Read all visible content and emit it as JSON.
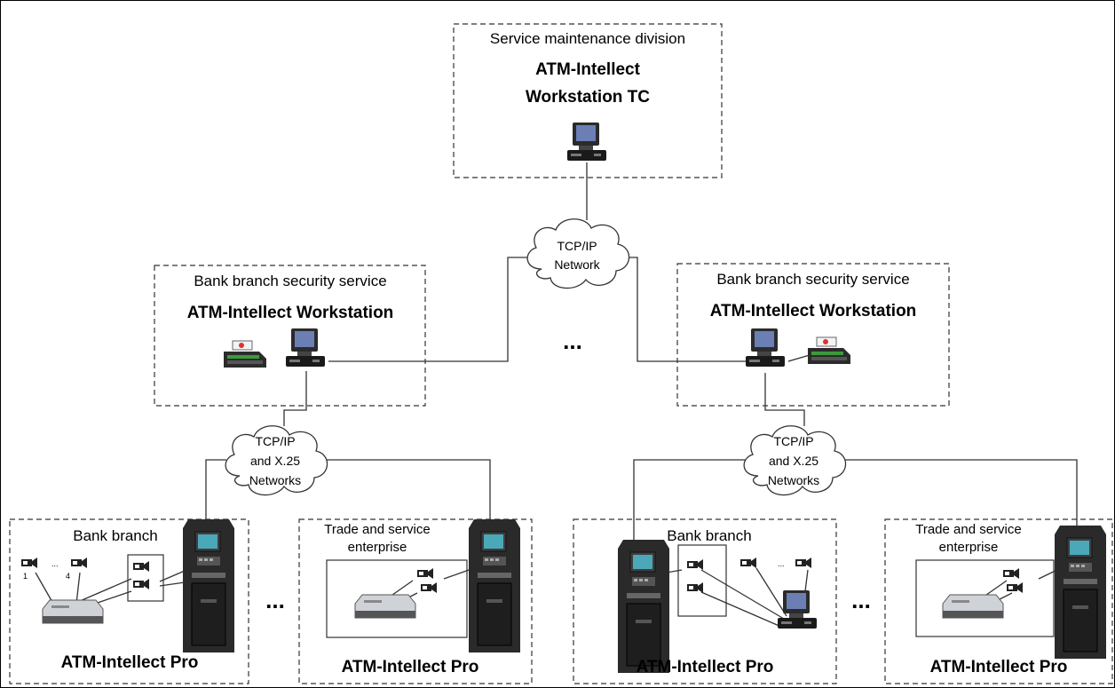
{
  "service": {
    "label": "Service maintenance division",
    "title_line1": "ATM-Intellect",
    "title_line2": "Workstation TC"
  },
  "clouds": {
    "top": [
      "TCP/IP",
      "Network"
    ],
    "left": [
      "TCP/IP",
      "and X.25",
      "Networks"
    ],
    "right": [
      "TCP/IP",
      "and X.25",
      "Networks"
    ]
  },
  "security_left": {
    "label": "Bank branch security service",
    "title": "ATM-Intellect Workstation"
  },
  "security_right": {
    "label": "Bank branch security service",
    "title": "ATM-Intellect Workstation"
  },
  "branches": [
    {
      "label": "Bank branch",
      "title": "ATM-Intellect Pro",
      "camera_numbers": [
        "1",
        "...",
        "4"
      ]
    },
    {
      "label_line1": "Trade and service",
      "label_line2": "enterprise",
      "title": "ATM-Intellect Pro"
    },
    {
      "label": "Bank branch",
      "title": "ATM-Intellect Pro"
    },
    {
      "label_line1": "Trade and service",
      "label_line2": "enterprise",
      "title": "ATM-Intellect Pro"
    }
  ],
  "ellipsis": "...",
  "colors": {
    "line": "#333333",
    "device_dark": "#1a1a1a",
    "screen": "#5a6fa8",
    "atm_body": "#2a2a2a",
    "atm_screen": "#4aa8b8",
    "printer_green": "#3c9a3c"
  }
}
